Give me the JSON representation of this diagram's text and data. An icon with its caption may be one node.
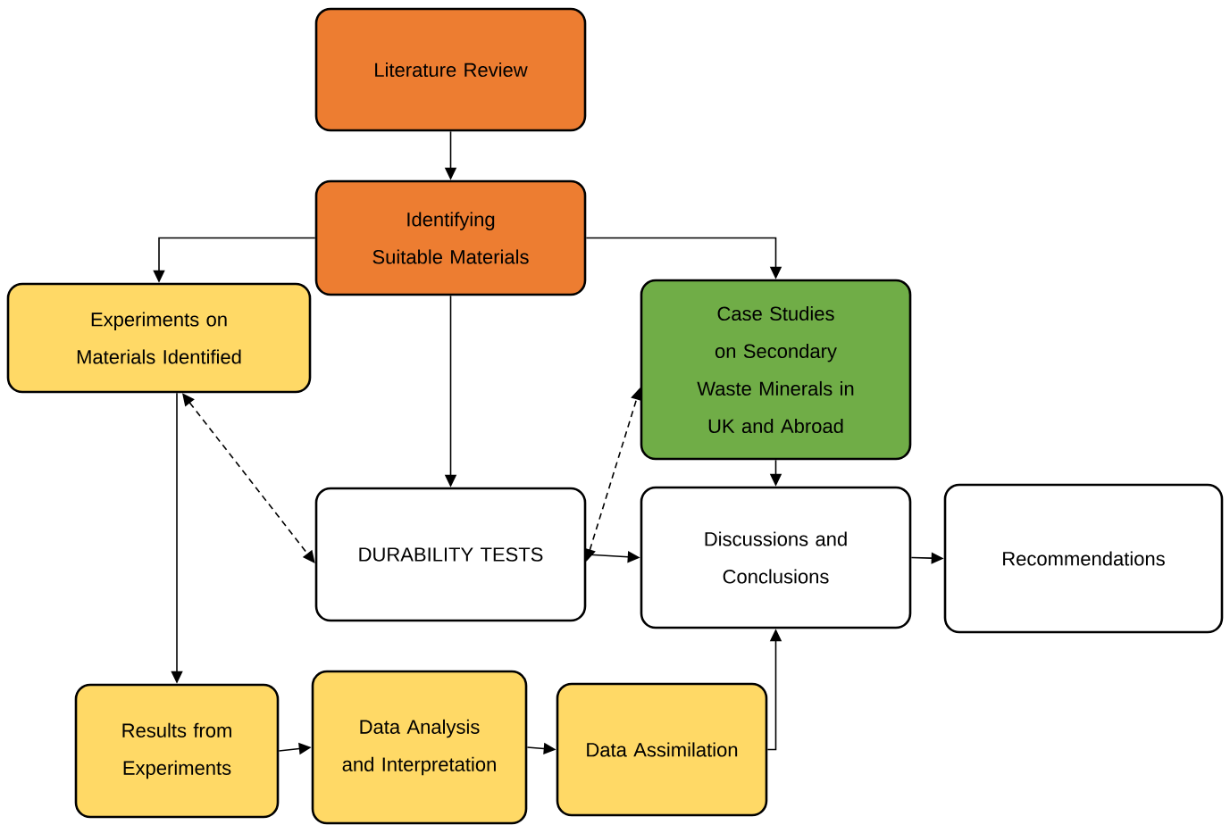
{
  "diagram": {
    "nodes": [
      {
        "text": [
          "Literature Review"
        ]
      },
      {
        "text": [
          "Identifying Suitable Materials"
        ]
      },
      {
        "text": [
          "Experiments on Materials Identified"
        ]
      },
      {
        "text": [
          "Case Studies on Secondary Waste Minerals in UK and Abroad"
        ]
      },
      {
        "text": [
          "DURABILITY TESTS"
        ]
      },
      {
        "text": [
          "Discussions and Conclusions"
        ]
      },
      {
        "text": [
          "Recommendations"
        ]
      },
      {
        "text": [
          "Results from Experiments"
        ]
      },
      {
        "text": [
          "Data Analysis and Interpretation"
        ]
      },
      {
        "text": [
          "Data Assimilation"
        ]
      }
    ],
    "edges": [
      {
        "from": 0,
        "to": 1,
        "arrow": "to"
      },
      {
        "from": 1,
        "to": 2,
        "arrow": "to"
      },
      {
        "from": 1,
        "to": 3,
        "arrow": "to"
      },
      {
        "from": 1,
        "to": 4,
        "arrow": "to"
      },
      {
        "from": 2,
        "to": 4,
        "arrow": "both",
        "style": "dashed"
      },
      {
        "from": 4,
        "to": 3,
        "arrow": "both",
        "style": "dashed"
      },
      {
        "from": 4,
        "to": 5,
        "arrow": "to"
      },
      {
        "from": 3,
        "to": 5,
        "arrow": "to"
      },
      {
        "from": 5,
        "to": 6,
        "arrow": "to"
      },
      {
        "from": 2,
        "to": 7,
        "arrow": "to"
      },
      {
        "from": 7,
        "to": 8,
        "arrow": "to"
      },
      {
        "from": 8,
        "to": 9,
        "arrow": "to"
      },
      {
        "from": 9,
        "to": 5,
        "arrow": "to"
      }
    ]
  }
}
